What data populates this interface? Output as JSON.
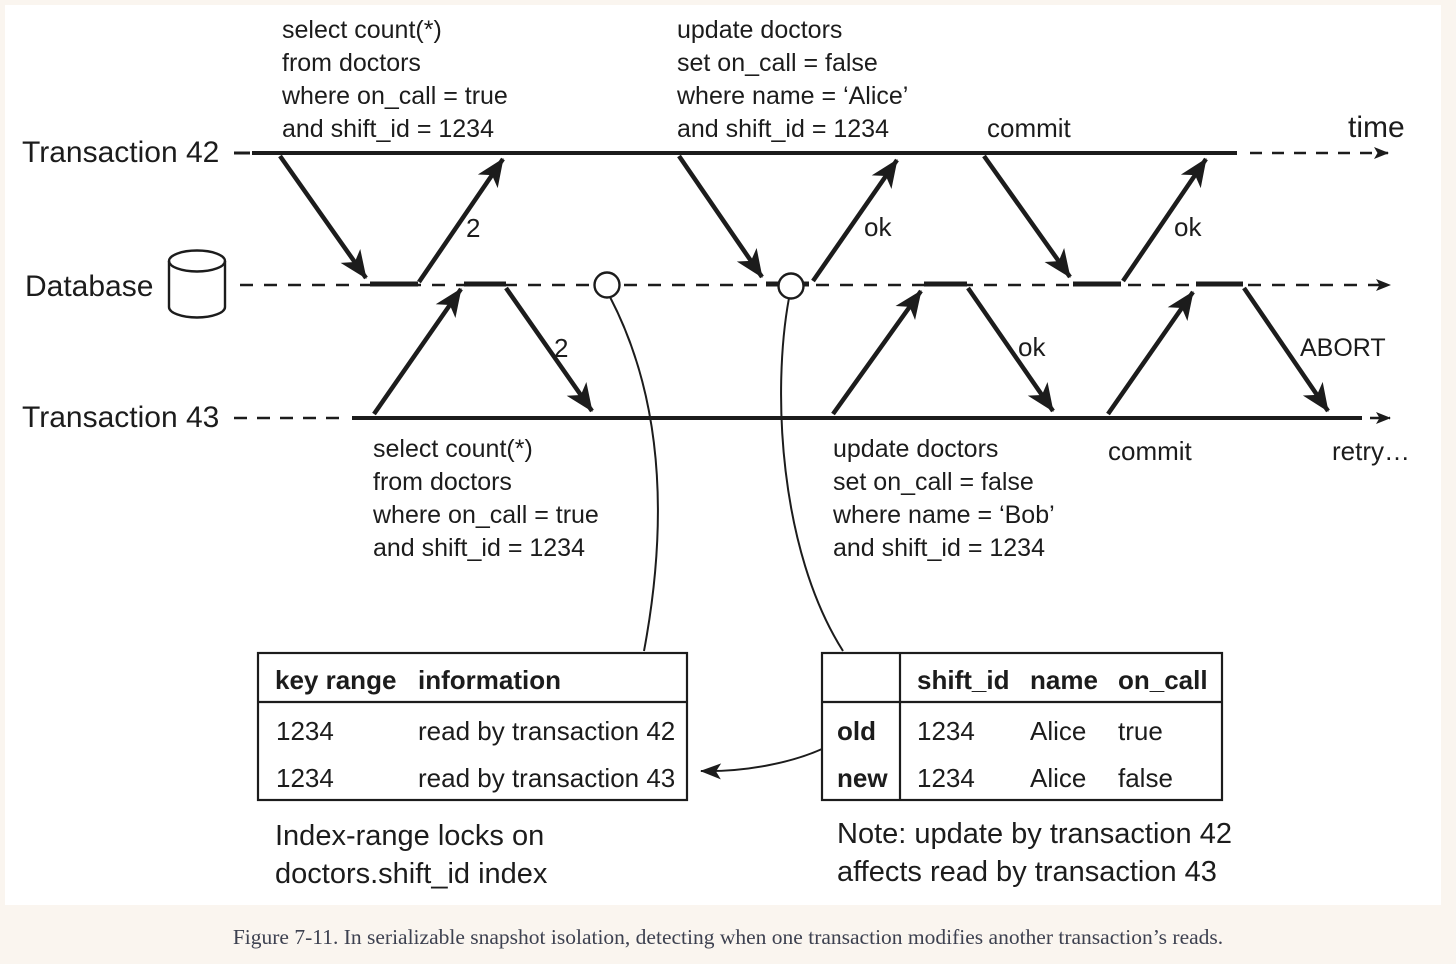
{
  "colors": {
    "ink": "#1c1c1c",
    "page_background": "#faf5ef",
    "diagram_background": "#ffffff",
    "caption_text": "#3d4150"
  },
  "figure": {
    "caption": "Figure 7-11. In serializable snapshot isolation, detecting when one transaction modifies another transaction’s reads."
  },
  "labels": {
    "time": "time",
    "retry": "retry…"
  },
  "lanes": {
    "t42": "Transaction 42",
    "db": "Database",
    "t43": "Transaction 43"
  },
  "t42": {
    "select_sql": [
      "select count(*)",
      "from doctors",
      "where on_call = true",
      "and shift_id = 1234"
    ],
    "update_sql": [
      "update doctors",
      "set on_call = false",
      "where name = ‘Alice’",
      "and shift_id = 1234"
    ],
    "commit": "commit",
    "select_result": "2",
    "update_result": "ok",
    "commit_result": "ok"
  },
  "t43": {
    "select_sql": [
      "select count(*)",
      "from doctors",
      "where on_call = true",
      "and shift_id = 1234"
    ],
    "update_sql": [
      "update doctors",
      "set on_call = false",
      "where name = ‘Bob’",
      "and shift_id = 1234"
    ],
    "commit": "commit",
    "select_result": "2",
    "update_result": "ok",
    "abort_result": "ABORT"
  },
  "lock_table": {
    "headers": [
      "key range",
      "information"
    ],
    "rows": [
      [
        "1234",
        "read by transaction 42"
      ],
      [
        "1234",
        "read by transaction 43"
      ]
    ],
    "caption_lines": [
      "Index-range locks on",
      "doctors.shift_id index"
    ]
  },
  "row_table": {
    "col_headers": [
      "shift_id",
      "name",
      "on_call"
    ],
    "rows": [
      {
        "label": "old",
        "shift_id": "1234",
        "name": "Alice",
        "on_call": "true"
      },
      {
        "label": "new",
        "shift_id": "1234",
        "name": "Alice",
        "on_call": "false"
      }
    ],
    "note_lines": [
      "Note: update by transaction 42",
      "affects read by transaction 43"
    ]
  }
}
